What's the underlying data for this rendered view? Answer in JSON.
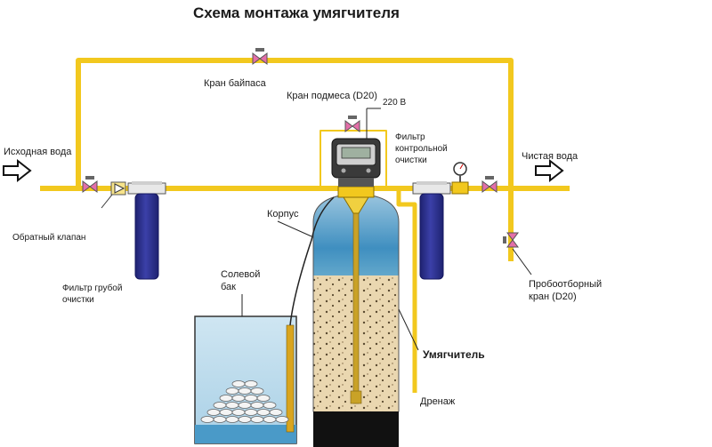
{
  "title": "Схема монтажа умягчителя",
  "labels": {
    "bypass_valve": "Кран байпаса",
    "mixing_valve": "Кран подмеса (D20)",
    "voltage": "220 В",
    "control_filter_1": "Фильтр",
    "control_filter_2": "контрольной",
    "control_filter_3": "очистки",
    "inlet_water": "Исходная вода",
    "clean_water": "Чистая вода",
    "check_valve": "Обратный клапан",
    "coarse_filter_1": "Фильтр грубой",
    "coarse_filter_2": "очистки",
    "housing": "Корпус",
    "salt_tank_1": "Солевой",
    "salt_tank_2": "бак",
    "sampling_valve_1": "Пробоотборный",
    "sampling_valve_2": "кран (D20)",
    "softener": "Умягчитель",
    "drain": "Дренаж"
  },
  "colors": {
    "pipe": "#f2c81e",
    "filter_blue": "#2b2f8f",
    "water_top": "#3a86b8",
    "resin": "#ead7b0",
    "valve": "#e36fa8"
  }
}
